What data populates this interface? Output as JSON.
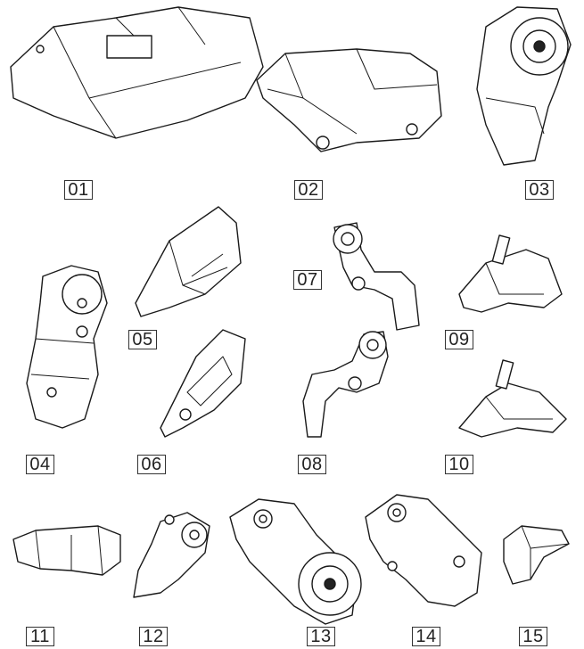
{
  "parts": [
    {
      "label": "01"
    },
    {
      "label": "02"
    },
    {
      "label": "03"
    },
    {
      "label": "04"
    },
    {
      "label": "05"
    },
    {
      "label": "06"
    },
    {
      "label": "07"
    },
    {
      "label": "08"
    },
    {
      "label": "09"
    },
    {
      "label": "10"
    },
    {
      "label": "11"
    },
    {
      "label": "12"
    },
    {
      "label": "13"
    },
    {
      "label": "14"
    },
    {
      "label": "15"
    }
  ]
}
